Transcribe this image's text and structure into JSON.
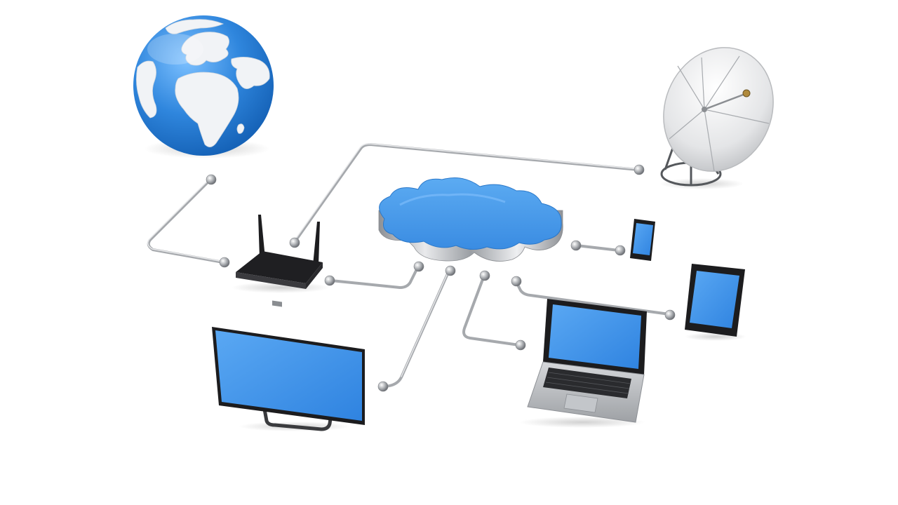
{
  "diagram": {
    "nodes": [
      {
        "id": "cloud",
        "icon": "cloud-icon"
      },
      {
        "id": "globe",
        "icon": "globe-icon"
      },
      {
        "id": "satellite",
        "icon": "satellite-dish-icon"
      },
      {
        "id": "router",
        "icon": "wifi-router-icon"
      },
      {
        "id": "smartphone",
        "icon": "smartphone-icon"
      },
      {
        "id": "tablet",
        "icon": "tablet-icon"
      },
      {
        "id": "laptop",
        "icon": "laptop-icon"
      },
      {
        "id": "monitor",
        "icon": "monitor-icon"
      }
    ],
    "edges": [
      {
        "from": "globe",
        "to": "router"
      },
      {
        "from": "router",
        "to": "satellite"
      },
      {
        "from": "router",
        "to": "cloud"
      },
      {
        "from": "cloud",
        "to": "smartphone"
      },
      {
        "from": "cloud",
        "to": "monitor"
      },
      {
        "from": "cloud",
        "to": "laptop"
      },
      {
        "from": "cloud",
        "to": "tablet"
      }
    ]
  },
  "colors": {
    "screen_blue": "#3f8fe8",
    "cloud_blue": "#4a9be8",
    "metal": "#b9bcc0",
    "device_black": "#1c1c1e",
    "globe_land": "#f1f3f6",
    "globe_ocean": "#2f86dd"
  }
}
